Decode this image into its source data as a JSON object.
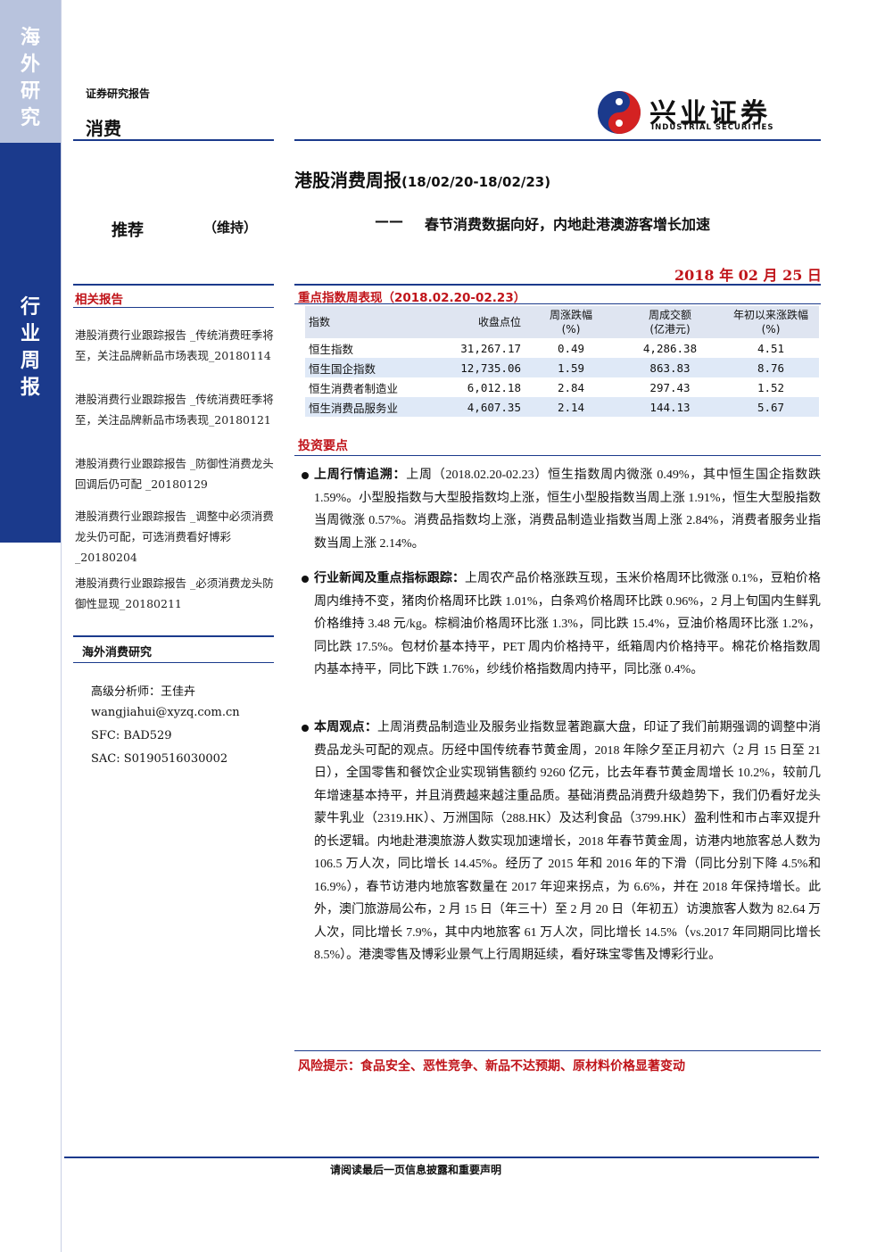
{
  "side_tabs": {
    "top": [
      "海",
      "外",
      "研",
      "究"
    ],
    "mid": [
      "行",
      "业",
      "周",
      "报"
    ]
  },
  "header": {
    "report_type": "证券研究报告",
    "industry": "消费",
    "logo_cn": "兴业证券",
    "logo_en": "INDUSTRIAL SECURITIES"
  },
  "title": {
    "main": "港股消费周报",
    "range": "(18/02/20-18/02/23)",
    "dash": "——",
    "subtitle": "春节消费数据向好，内地赴港澳游客增长加速",
    "date": "2018 年 02 月 25 日"
  },
  "rating": {
    "label": "推荐",
    "status": "（维持）"
  },
  "sidebar": {
    "related_title": "相关报告",
    "reports": [
      "港股消费行业跟踪报告 _传统消费旺季将至，关注品牌新品市场表现_20180114",
      "港股消费行业跟踪报告 _传统消费旺季将至，关注品牌新品市场表现_20180121",
      "港股消费行业跟踪报告 _防御性消费龙头回调后仍可配 _20180129",
      "港股消费行业跟踪报告 _调整中必须消费龙头仍可配，可选消费看好博彩_20180204",
      "港股消费行业跟踪报告 _必须消费龙头防御性显现_20180211"
    ],
    "team_title": "海外消费研究",
    "analyst": "高级分析师：王佳卉",
    "email": "wangjiahui@xyzq.com.cn",
    "sfc": "SFC: BAD529",
    "sac": "SAC: S0190516030002"
  },
  "index_table": {
    "title": "重点指数周表现（2018.02.20-02.23）",
    "headers": [
      "指数",
      "收盘点位",
      "周涨跌幅\n(%)",
      "周成交额\n(亿港元)",
      "年初以来涨跌幅\n(%)"
    ],
    "rows": [
      [
        "恒生指数",
        "31,267.17",
        "0.49",
        "4,286.38",
        "4.51"
      ],
      [
        "恒生国企指数",
        "12,735.06",
        "1.59",
        "863.83",
        "8.76"
      ],
      [
        "恒生消费者制造业",
        "6,012.18",
        "2.84",
        "297.43",
        "1.52"
      ],
      [
        "恒生消费品服务业",
        "4,607.35",
        "2.14",
        "144.13",
        "5.67"
      ]
    ]
  },
  "points": {
    "title": "投资要点",
    "items": [
      {
        "label": "上周行情追溯：",
        "text": "上周（2018.02.20-02.23）恒生指数周内微涨 0.49%，其中恒生国企指数跌 1.59%。小型股指数与大型股指数均上涨，恒生小型股指数当周上涨 1.91%，恒生大型股指数当周微涨 0.57%。消费品指数均上涨，消费品制造业指数当周上涨 2.84%，消费者服务业指数当周上涨 2.14%。"
      },
      {
        "label": "行业新闻及重点指标跟踪：",
        "text": "上周农产品价格涨跌互现，玉米价格周环比微涨 0.1%，豆粕价格周内维持不变，猪肉价格周环比跌 1.01%，白条鸡价格周环比跌 0.96%，2 月上旬国内生鲜乳价格维持 3.48 元/kg。棕榈油价格周环比涨 1.3%，同比跌 15.4%，豆油价格周环比涨 1.2%，同比跌 17.5%。包材价基本持平，PET 周内价格持平，纸箱周内价格持平。棉花价格指数周内基本持平，同比下跌 1.76%，纱线价格指数周内持平，同比涨 0.4%。"
      },
      {
        "label": "本周观点：",
        "text": "上周消费品制造业及服务业指数显著跑赢大盘，印证了我们前期强调的调整中消费品龙头可配的观点。历经中国传统春节黄金周，2018 年除夕至正月初六（2 月 15 日至 21 日），全国零售和餐饮企业实现销售额约 9260 亿元，比去年春节黄金周增长 10.2%，较前几年增速基本持平，并且消费越来越注重品质。基础消费品消费升级趋势下，我们仍看好龙头蒙牛乳业（2319.HK）、万洲国际（288.HK）及达利食品（3799.HK）盈利性和市占率双提升的长逻辑。内地赴港澳旅游人数实现加速增长，2018 年春节黄金周，访港内地旅客总人数为 106.5 万人次，同比增长 14.45%。经历了 2015 年和 2016 年的下滑（同比分别下降 4.5%和 16.9%），春节访港内地旅客数量在 2017 年迎来拐点，为 6.6%，并在 2018 年保持增长。此外，澳门旅游局公布，2 月 15 日（年三十）至 2 月 20 日（年初五）访澳旅客人数为 82.64 万人次，同比增长 7.9%，其中内地旅客 61 万人次，同比增长 14.5%（vs.2017 年同期同比增长 8.5%）。港澳零售及博彩业景气上行周期延续，看好珠宝零售及博彩行业。"
      }
    ],
    "risk": "风险提示：食品安全、恶性竞争、新品不达预期、原材料价格显著变动"
  },
  "footer": {
    "disclaimer": "请阅读最后一页信息披露和重要声明"
  }
}
